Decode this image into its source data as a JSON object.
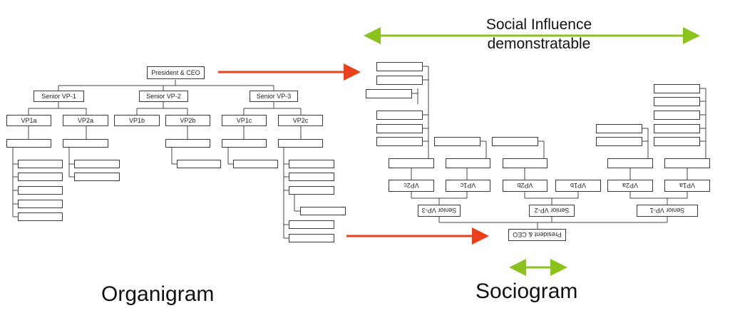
{
  "organigram": {
    "caption": "Organigram",
    "ceo": "President & CEO",
    "senior_vps": [
      "Senior VP-1",
      "Senior VP-2",
      "Senior VP-3"
    ],
    "vps": [
      "VP1a",
      "VP2a",
      "VP1b",
      "VP2b",
      "VP1c",
      "VP2c"
    ]
  },
  "sociogram": {
    "caption": "Sociogram",
    "title_line1": "Social Influence",
    "title_line2": "demonstratable",
    "ceo": "President & CEO",
    "senior_vps": [
      "Senior VP-3",
      "Senior VP-2",
      "Senior VP-1"
    ],
    "vps": [
      "VP2c",
      "VP1c",
      "VP2b",
      "VP1b",
      "VP2a",
      "VP1a"
    ]
  },
  "colors": {
    "arrow_red": "#e8401c",
    "arrow_green": "#8cc21e",
    "box_border": "#3a3a3a",
    "line": "#444444"
  }
}
